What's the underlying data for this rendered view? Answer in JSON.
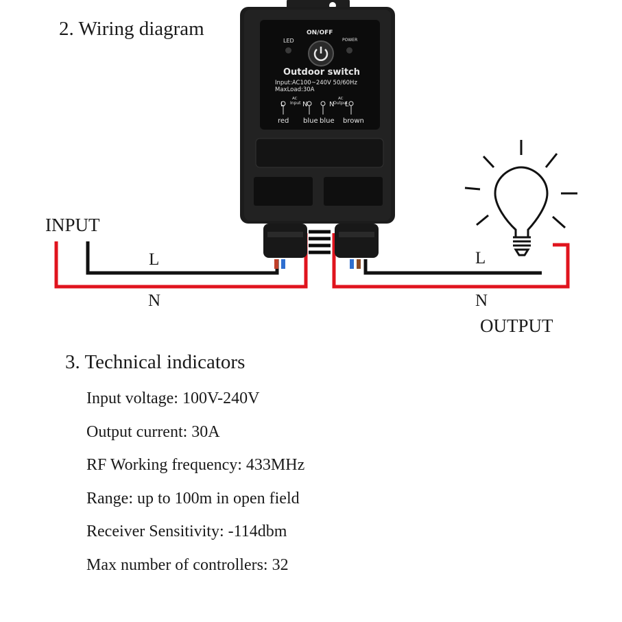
{
  "wiring": {
    "title": "2. Wiring diagram",
    "input_label": "INPUT",
    "output_label": "OUTPUT",
    "input_l": "L",
    "input_n": "N",
    "output_l": "L",
    "output_n": "N"
  },
  "device": {
    "led_label": "LED",
    "onoff_label": "ON/OFF",
    "power_label": "POWER",
    "name": "Outdoor  switch",
    "input_spec": "Input:AC100~240V  50/60Hz",
    "maxload_spec": "MaxLoad:30A",
    "terminals": {
      "l1": "L",
      "ac_input": "AC\nInput",
      "n1": "N",
      "n2": "N",
      "ac_output": "AC\nOutput",
      "l2": "L"
    },
    "ac_label": "AC",
    "input_word": "Input",
    "output_word": "Output",
    "wire_colors": [
      "red",
      "blue",
      "blue",
      "brown"
    ]
  },
  "colors": {
    "live_wire": "#111111",
    "neutral_wire": "#e0141e",
    "device_body": "#1c1c1c"
  },
  "technical": {
    "title": "3. Technical indicators",
    "items": [
      "Input voltage: 100V-240V",
      "Output current: 30A",
      "RF Working frequency: 433MHz",
      "Range: up to 100m in open field",
      "Receiver Sensitivity: -114dbm",
      "Max number of controllers: 32"
    ]
  }
}
